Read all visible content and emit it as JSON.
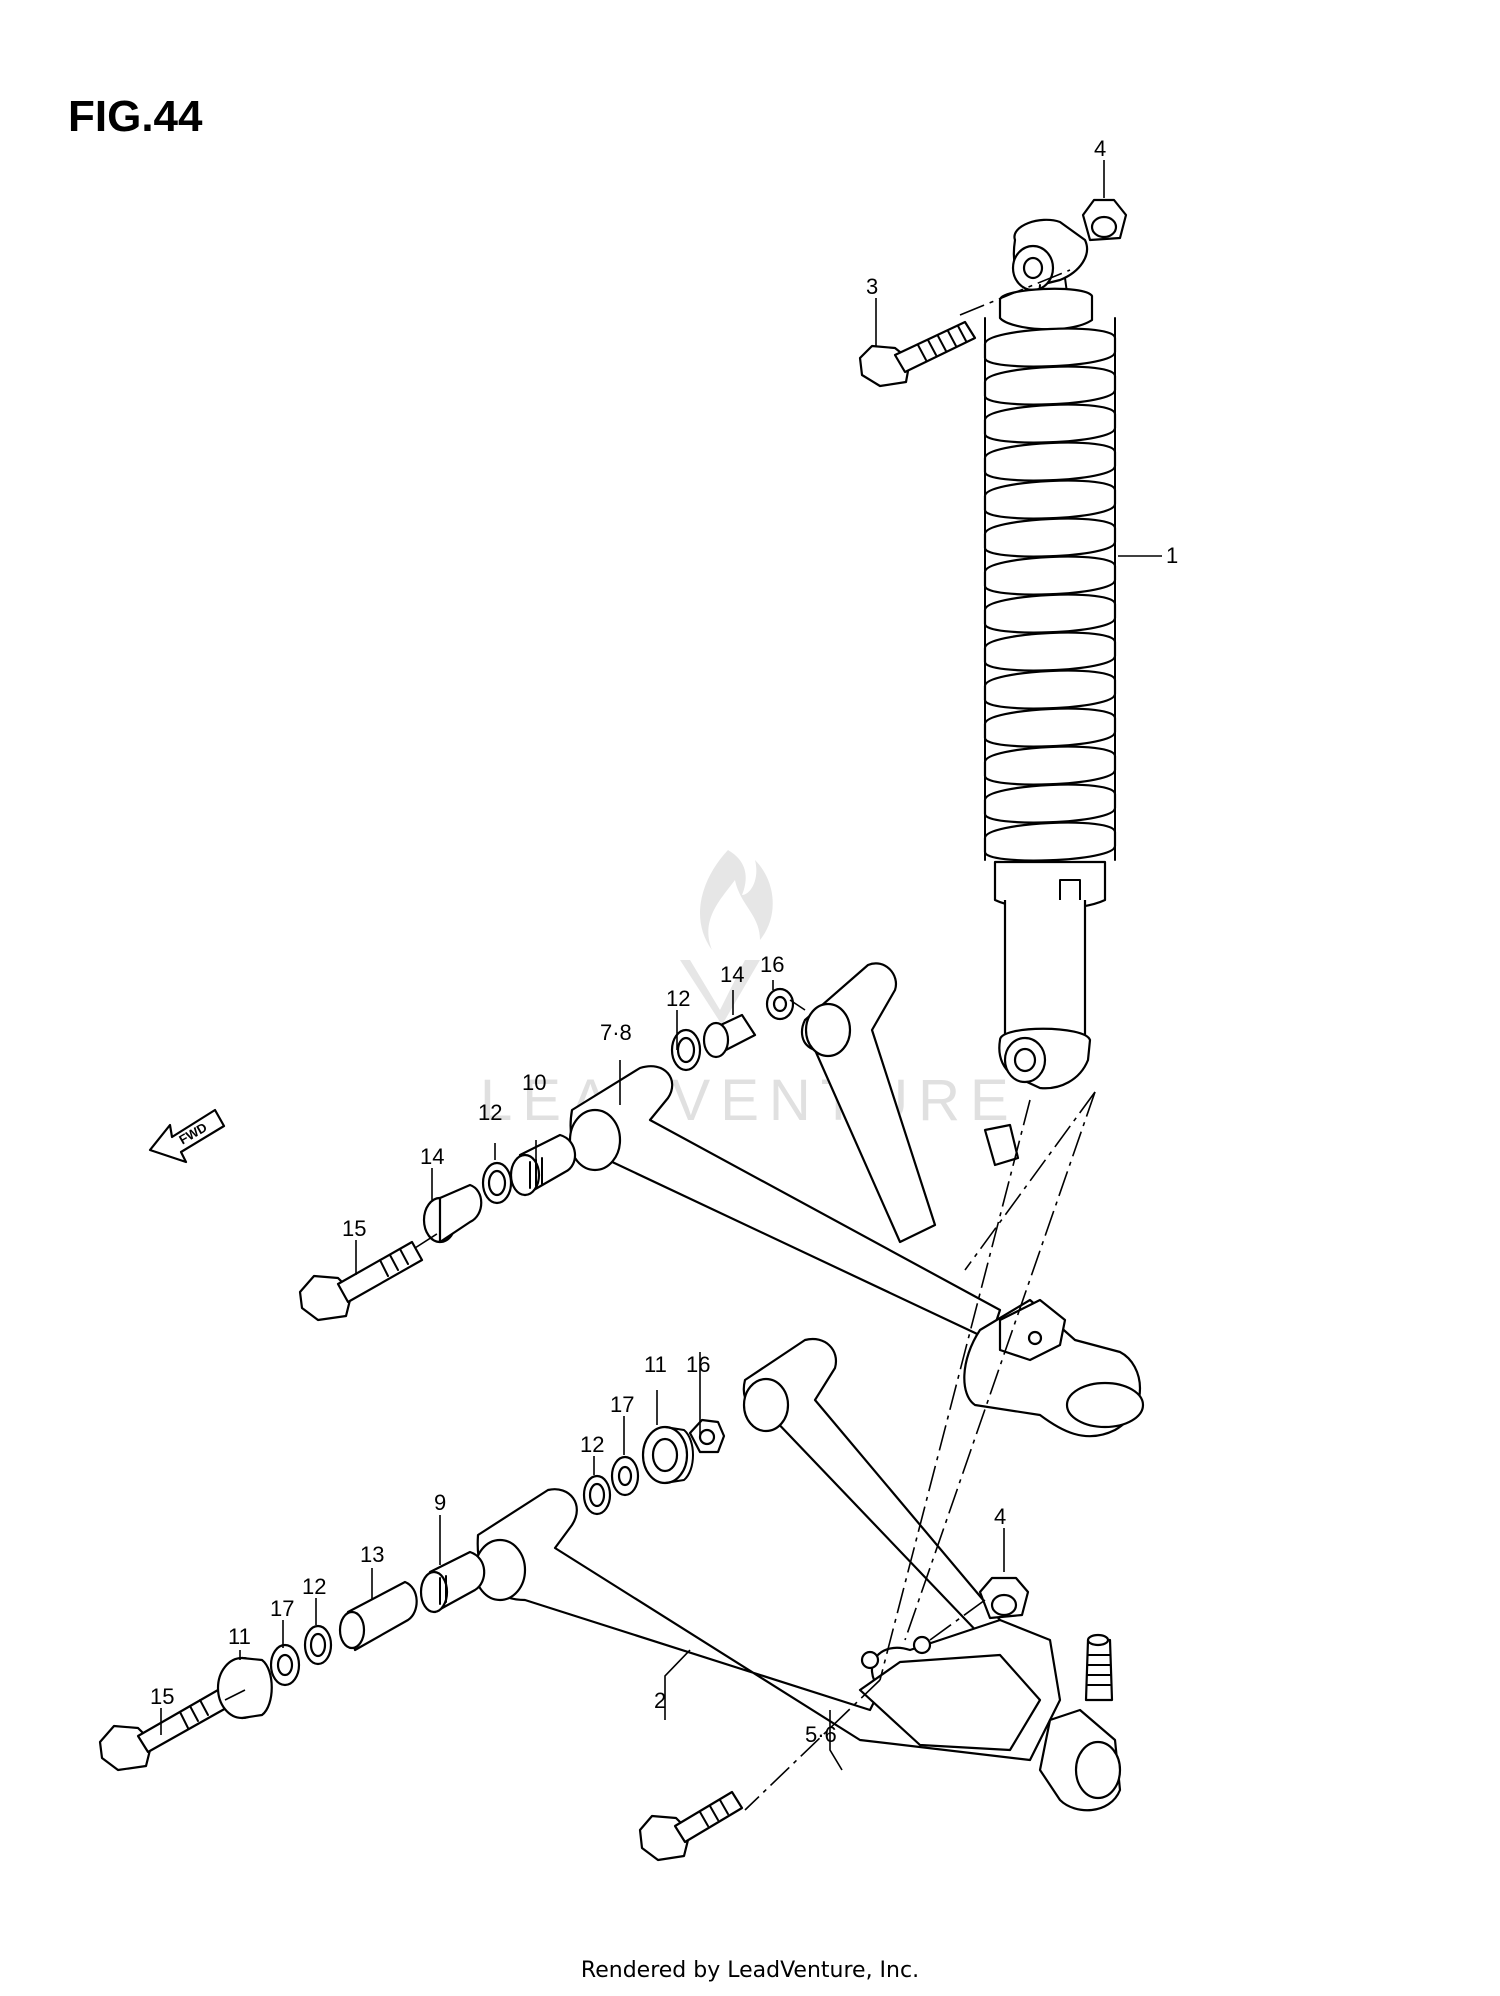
{
  "figure": {
    "title": "FIG.44",
    "footer": "Rendered by LeadVenture, Inc.",
    "watermark": "LEADVENTURE",
    "fwd_label": "FWD"
  },
  "callouts": {
    "c1": "1",
    "c2": "2",
    "c3": "3",
    "c4_top": "4",
    "c4_lower": "4",
    "c5_6": "5·6",
    "c7_8": "7·8",
    "c9": "9",
    "c10": "10",
    "c11_upper": "11",
    "c11_lower": "11",
    "c12_a": "12",
    "c12_b": "12",
    "c12_c": "12",
    "c12_d": "12",
    "c13": "13",
    "c14_a": "14",
    "c14_b": "14",
    "c15_upper": "15",
    "c15_lower": "15",
    "c16_a": "16",
    "c16_b": "16",
    "c17_a": "17",
    "c17_b": "17"
  }
}
